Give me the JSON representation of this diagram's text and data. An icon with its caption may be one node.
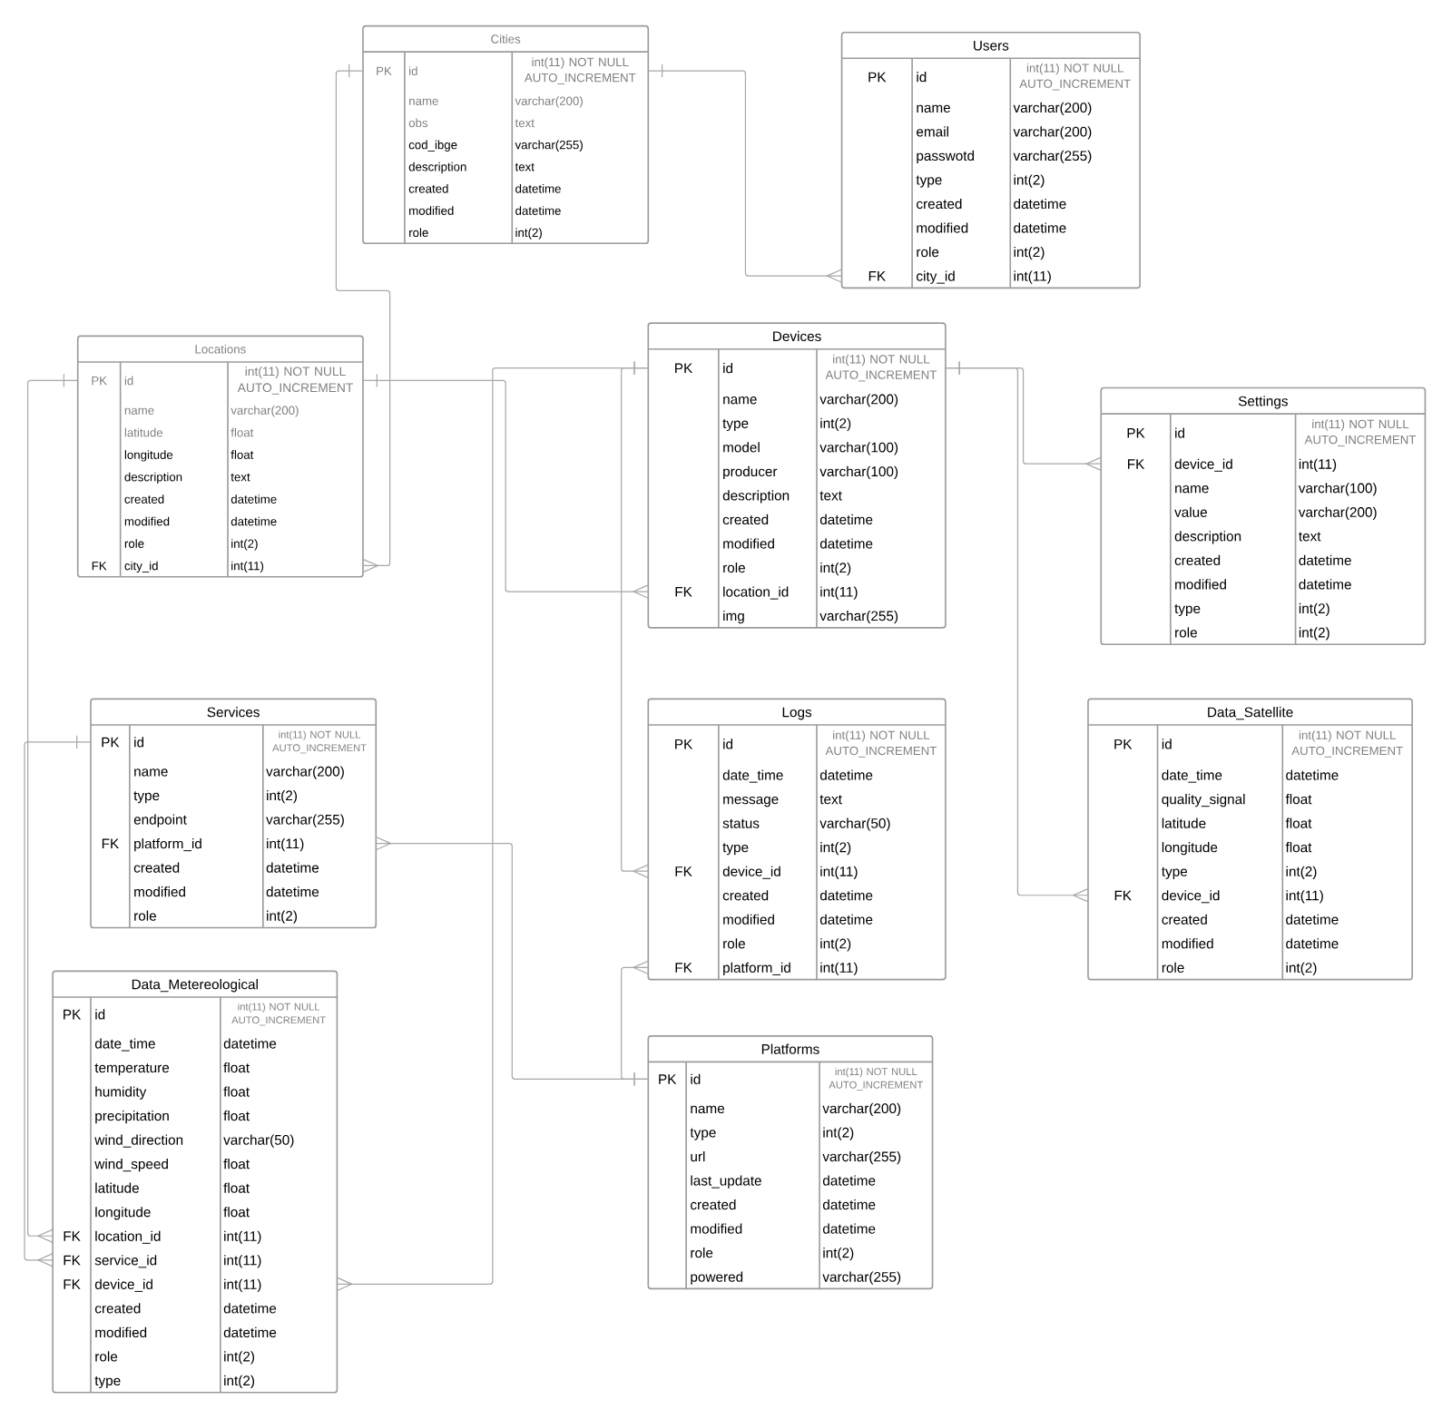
{
  "diagram": {
    "nodes": [
      {
        "text": [
          "Cities"
        ]
      },
      {
        "text": [
          "PK",
          "id",
          "int(11) NOT NULL AUTO_INCREMENT"
        ],
        "in": 0
      },
      {
        "text": [
          "name",
          "varchar(200)"
        ],
        "in": 0
      },
      {
        "text": [
          "obs",
          "text"
        ],
        "in": 0
      },
      {
        "text": [
          "cod_ibge",
          "varchar(255)"
        ],
        "in": 0
      },
      {
        "text": [
          "description",
          "text"
        ],
        "in": 0
      },
      {
        "text": [
          "created",
          "datetime"
        ],
        "in": 0
      },
      {
        "text": [
          "modified",
          "datetime"
        ],
        "in": 0
      },
      {
        "text": [
          "role",
          "int(2)"
        ],
        "in": 0
      },
      {
        "text": [
          "Users"
        ]
      },
      {
        "text": [
          "PK",
          "id",
          "int(11) NOT NULL AUTO_INCREMENT"
        ],
        "in": 9
      },
      {
        "text": [
          "name",
          "varchar(200)"
        ],
        "in": 9
      },
      {
        "text": [
          "email",
          "varchar(200)"
        ],
        "in": 9
      },
      {
        "text": [
          "passwotd",
          "varchar(255)"
        ],
        "in": 9
      },
      {
        "text": [
          "type",
          "int(2)"
        ],
        "in": 9
      },
      {
        "text": [
          "created",
          "datetime"
        ],
        "in": 9
      },
      {
        "text": [
          "modified",
          "datetime"
        ],
        "in": 9
      },
      {
        "text": [
          "role",
          "int(2)"
        ],
        "in": 9
      },
      {
        "text": [
          "FK",
          "city_id",
          "int(11)"
        ],
        "in": 9
      },
      {
        "text": [
          "Locations"
        ]
      },
      {
        "text": [
          "PK",
          "id",
          "int(11) NOT NULL AUTO_INCREMENT"
        ],
        "in": 19
      },
      {
        "text": [
          "name",
          "varchar(200)"
        ],
        "in": 19
      },
      {
        "text": [
          "latitude",
          "float"
        ],
        "in": 19
      },
      {
        "text": [
          "longitude",
          "float"
        ],
        "in": 19
      },
      {
        "text": [
          "description",
          "text"
        ],
        "in": 19
      },
      {
        "text": [
          "created",
          "datetime"
        ],
        "in": 19
      },
      {
        "text": [
          "modified",
          "datetime"
        ],
        "in": 19
      },
      {
        "text": [
          "role",
          "int(2)"
        ],
        "in": 19
      },
      {
        "text": [
          "FK",
          "city_id",
          "int(11)"
        ],
        "in": 19
      },
      {
        "text": [
          "Devices"
        ]
      },
      {
        "text": [
          "PK",
          "id",
          "int(11) NOT NULL AUTO_INCREMENT"
        ],
        "in": 29
      },
      {
        "text": [
          "name",
          "varchar(200)"
        ],
        "in": 29
      },
      {
        "text": [
          "type",
          "int(2)"
        ],
        "in": 29
      },
      {
        "text": [
          "model",
          "varchar(100)"
        ],
        "in": 29
      },
      {
        "text": [
          "producer",
          "varchar(100)"
        ],
        "in": 29
      },
      {
        "text": [
          "description",
          "text"
        ],
        "in": 29
      },
      {
        "text": [
          "created",
          "datetime"
        ],
        "in": 29
      },
      {
        "text": [
          "modified",
          "datetime"
        ],
        "in": 29
      },
      {
        "text": [
          "role",
          "int(2)"
        ],
        "in": 29
      },
      {
        "text": [
          "FK",
          "location_id",
          "int(11)"
        ],
        "in": 29
      },
      {
        "text": [
          "img",
          "varchar(255)"
        ],
        "in": 29
      },
      {
        "text": [
          "Settings"
        ]
      },
      {
        "text": [
          "PK",
          "id",
          "int(11) NOT NULL AUTO_INCREMENT"
        ],
        "in": 41
      },
      {
        "text": [
          "FK",
          "device_id",
          "int(11)"
        ],
        "in": 41
      },
      {
        "text": [
          "name",
          "varchar(100)"
        ],
        "in": 41
      },
      {
        "text": [
          "value",
          "varchar(200)"
        ],
        "in": 41
      },
      {
        "text": [
          "description",
          "text"
        ],
        "in": 41
      },
      {
        "text": [
          "created",
          "datetime"
        ],
        "in": 41
      },
      {
        "text": [
          "modified",
          "datetime"
        ],
        "in": 41
      },
      {
        "text": [
          "type",
          "int(2)"
        ],
        "in": 41
      },
      {
        "text": [
          "role",
          "int(2)"
        ],
        "in": 41
      },
      {
        "text": [
          "Services"
        ]
      },
      {
        "text": [
          "PK",
          "id",
          "int(11) NOT NULL AUTO_INCREMENT"
        ],
        "in": 51
      },
      {
        "text": [
          "name",
          "varchar(200)"
        ],
        "in": 51
      },
      {
        "text": [
          "type",
          "int(2)"
        ],
        "in": 51
      },
      {
        "text": [
          "endpoint",
          "varchar(255)"
        ],
        "in": 51
      },
      {
        "text": [
          "FK",
          "platform_id",
          "int(11)"
        ],
        "in": 51
      },
      {
        "text": [
          "created",
          "datetime"
        ],
        "in": 51
      },
      {
        "text": [
          "modified",
          "datetime"
        ],
        "in": 51
      },
      {
        "text": [
          "role",
          "int(2)"
        ],
        "in": 51
      },
      {
        "text": [
          "Logs"
        ]
      },
      {
        "text": [
          "PK",
          "id",
          "int(11) NOT NULL AUTO_INCREMENT"
        ],
        "in": 60
      },
      {
        "text": [
          "date_time",
          "datetime"
        ],
        "in": 60
      },
      {
        "text": [
          "message",
          "text"
        ],
        "in": 60
      },
      {
        "text": [
          "status",
          "varchar(50)"
        ],
        "in": 60
      },
      {
        "text": [
          "type",
          "int(2)"
        ],
        "in": 60
      },
      {
        "text": [
          "FK",
          "device_id",
          "int(11)"
        ],
        "in": 60
      },
      {
        "text": [
          "created",
          "datetime"
        ],
        "in": 60
      },
      {
        "text": [
          "modified",
          "datetime"
        ],
        "in": 60
      },
      {
        "text": [
          "role",
          "int(2)"
        ],
        "in": 60
      },
      {
        "text": [
          "FK",
          "platform_id",
          "int(11)"
        ],
        "in": 60
      },
      {
        "text": [
          "Data_Satellite"
        ]
      },
      {
        "text": [
          "PK",
          "id",
          "int(11) NOT NULL AUTO_INCREMENT"
        ],
        "in": 71
      },
      {
        "text": [
          "date_time",
          "datetime"
        ],
        "in": 71
      },
      {
        "text": [
          "quality_signal",
          "float"
        ],
        "in": 71
      },
      {
        "text": [
          "latitude",
          "float"
        ],
        "in": 71
      },
      {
        "text": [
          "longitude",
          "float"
        ],
        "in": 71
      },
      {
        "text": [
          "type",
          "int(2)"
        ],
        "in": 71
      },
      {
        "text": [
          "FK",
          "device_id",
          "int(11)"
        ],
        "in": 71
      },
      {
        "text": [
          "created",
          "datetime"
        ],
        "in": 71
      },
      {
        "text": [
          "modified",
          "datetime"
        ],
        "in": 71
      },
      {
        "text": [
          "role",
          "int(2)"
        ],
        "in": 71
      },
      {
        "text": [
          "Data_Metereological"
        ]
      },
      {
        "text": [
          "PK",
          "id",
          "int(11) NOT NULL AUTO_INCREMENT"
        ],
        "in": 82
      },
      {
        "text": [
          "date_time",
          "datetime"
        ],
        "in": 82
      },
      {
        "text": [
          "temperature",
          "float"
        ],
        "in": 82
      },
      {
        "text": [
          "humidity",
          "float"
        ],
        "in": 82
      },
      {
        "text": [
          "precipitation",
          "float"
        ],
        "in": 82
      },
      {
        "text": [
          "wind_direction",
          "varchar(50)"
        ],
        "in": 82
      },
      {
        "text": [
          "wind_speed",
          "float"
        ],
        "in": 82
      },
      {
        "text": [
          "latitude",
          "float"
        ],
        "in": 82
      },
      {
        "text": [
          "longitude",
          "float"
        ],
        "in": 82
      },
      {
        "text": [
          "FK",
          "location_id",
          "int(11)"
        ],
        "in": 82
      },
      {
        "text": [
          "FK",
          "service_id",
          "int(11)"
        ],
        "in": 82
      },
      {
        "text": [
          "FK",
          "device_id",
          "int(11)"
        ],
        "in": 82
      },
      {
        "text": [
          "created",
          "datetime"
        ],
        "in": 82
      },
      {
        "text": [
          "modified",
          "datetime"
        ],
        "in": 82
      },
      {
        "text": [
          "role",
          "int(2)"
        ],
        "in": 82
      },
      {
        "text": [
          "type",
          "int(2)"
        ],
        "in": 82
      },
      {
        "text": [
          "Platforms"
        ]
      },
      {
        "text": [
          "PK",
          "id",
          "int(11) NOT NULL AUTO_INCREMENT"
        ],
        "in": 99
      },
      {
        "text": [
          "name",
          "varchar(200)"
        ],
        "in": 99
      },
      {
        "text": [
          "type",
          "int(2)"
        ],
        "in": 99
      },
      {
        "text": [
          "url",
          "varchar(255)"
        ],
        "in": 99
      },
      {
        "text": [
          "last_update",
          "datetime"
        ],
        "in": 99
      },
      {
        "text": [
          "created",
          "datetime"
        ],
        "in": 99
      },
      {
        "text": [
          "modified",
          "datetime"
        ],
        "in": 99
      },
      {
        "text": [
          "role",
          "int(2)"
        ],
        "in": 99
      },
      {
        "text": [
          "powered",
          "varchar(255)"
        ],
        "in": 99
      }
    ],
    "edges": [
      {
        "from": 0,
        "to": 9,
        "arrow": "other"
      },
      {
        "from": 0,
        "to": 19,
        "arrow": "other"
      },
      {
        "from": 19,
        "to": 29,
        "arrow": "other"
      },
      {
        "from": 19,
        "to": 82,
        "arrow": "other"
      },
      {
        "from": 51,
        "to": 82,
        "arrow": "other"
      },
      {
        "from": 29,
        "to": 60,
        "arrow": "other"
      },
      {
        "from": 29,
        "to": 82,
        "arrow": "other"
      },
      {
        "from": 29,
        "to": 41,
        "arrow": "other"
      },
      {
        "from": 29,
        "to": 71,
        "arrow": "other"
      },
      {
        "from": 99,
        "to": 51,
        "arrow": "other"
      },
      {
        "from": 99,
        "to": 60,
        "arrow": "other"
      }
    ]
  }
}
